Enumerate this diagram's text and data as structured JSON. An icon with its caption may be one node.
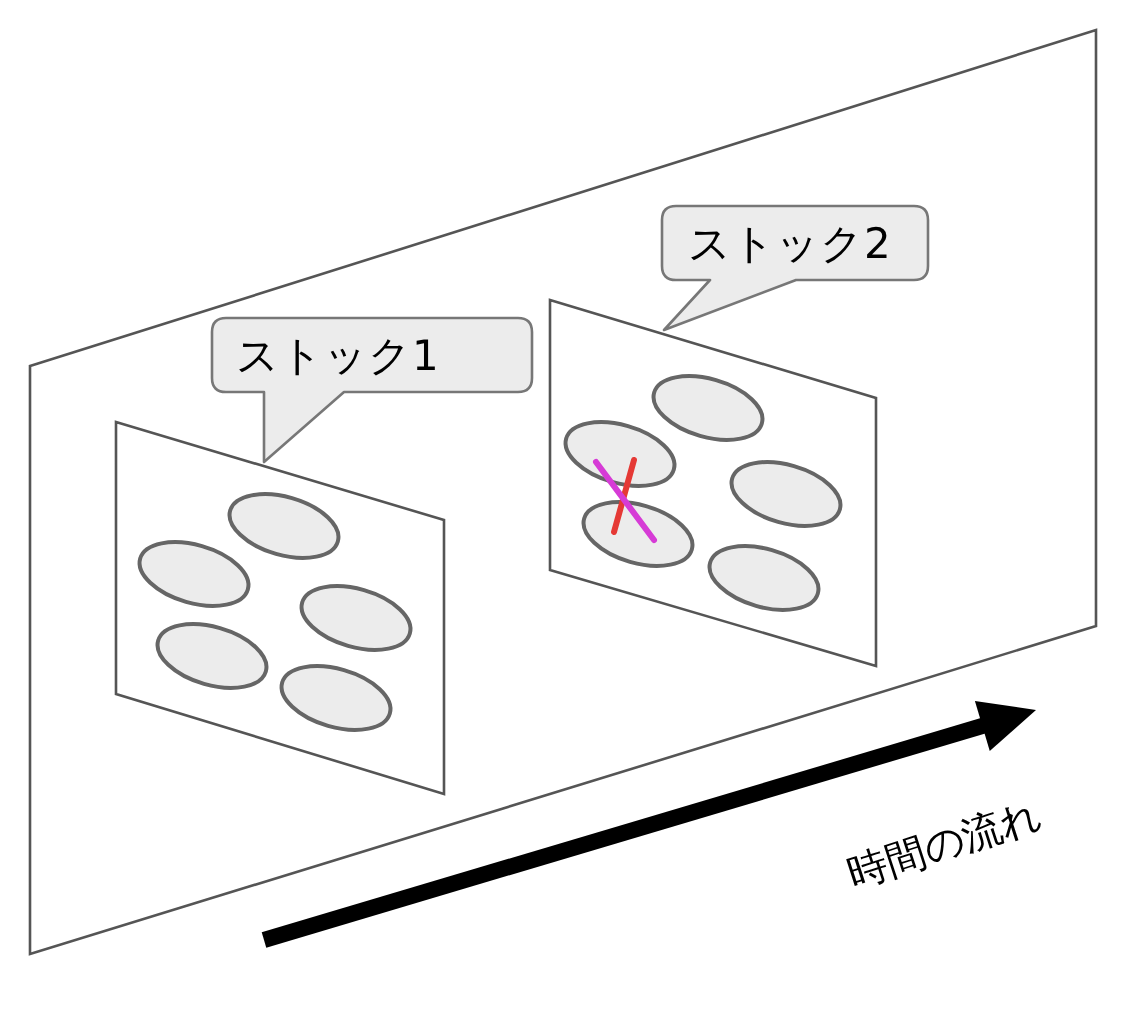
{
  "diagram": {
    "nodes": [
      {
        "text": [
          "ストック1"
        ]
      },
      {
        "text": [
          "ストック2"
        ]
      }
    ],
    "labels": [
      "時間の流れ"
    ]
  }
}
